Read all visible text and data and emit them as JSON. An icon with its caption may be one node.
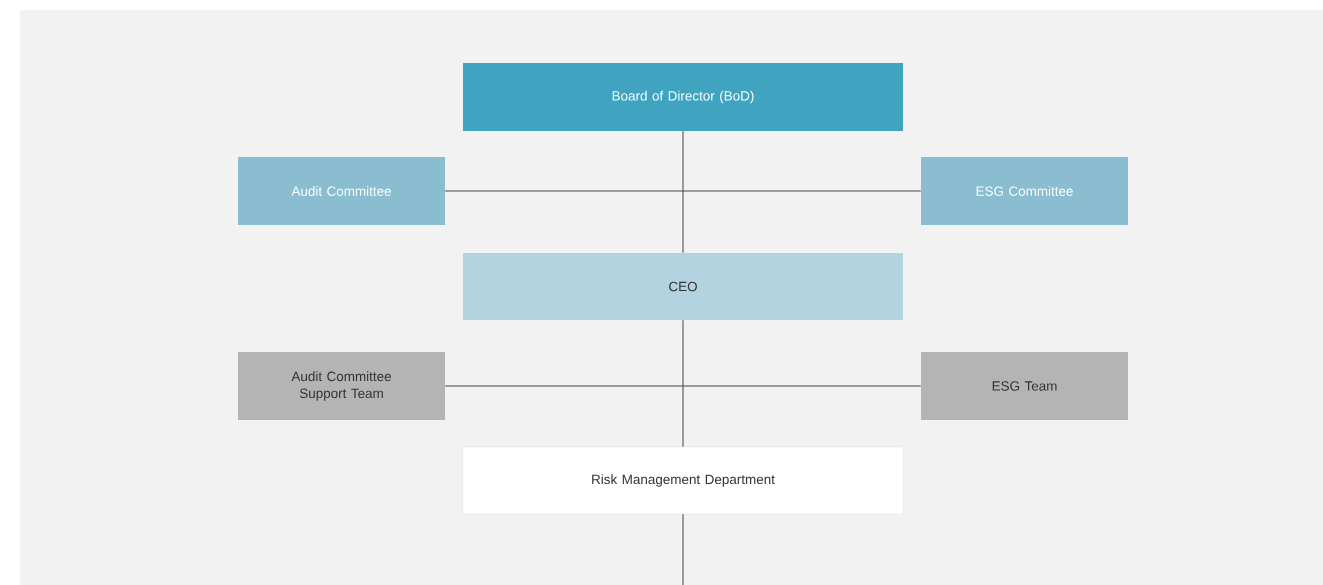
{
  "diagram": {
    "nodes": [
      {
        "text": [
          "Board of Director (BoD)"
        ]
      },
      {
        "text": [
          "Audit Committee"
        ]
      },
      {
        "text": [
          "ESG Committee"
        ]
      },
      {
        "text": [
          "CEO"
        ]
      },
      {
        "text": [
          "Audit Committee Support Team"
        ]
      },
      {
        "text": [
          "ESG Team"
        ]
      },
      {
        "text": [
          "Risk Management Department"
        ]
      }
    ],
    "edges": [
      {
        "from": 0,
        "to": 3,
        "arrow": "none"
      },
      {
        "from": 1,
        "to": 2,
        "arrow": "none"
      },
      {
        "from": 3,
        "to": 6,
        "arrow": "none"
      },
      {
        "from": 4,
        "to": 5,
        "arrow": "none"
      },
      {
        "from": 6,
        "to": null,
        "arrow": "none"
      }
    ]
  }
}
